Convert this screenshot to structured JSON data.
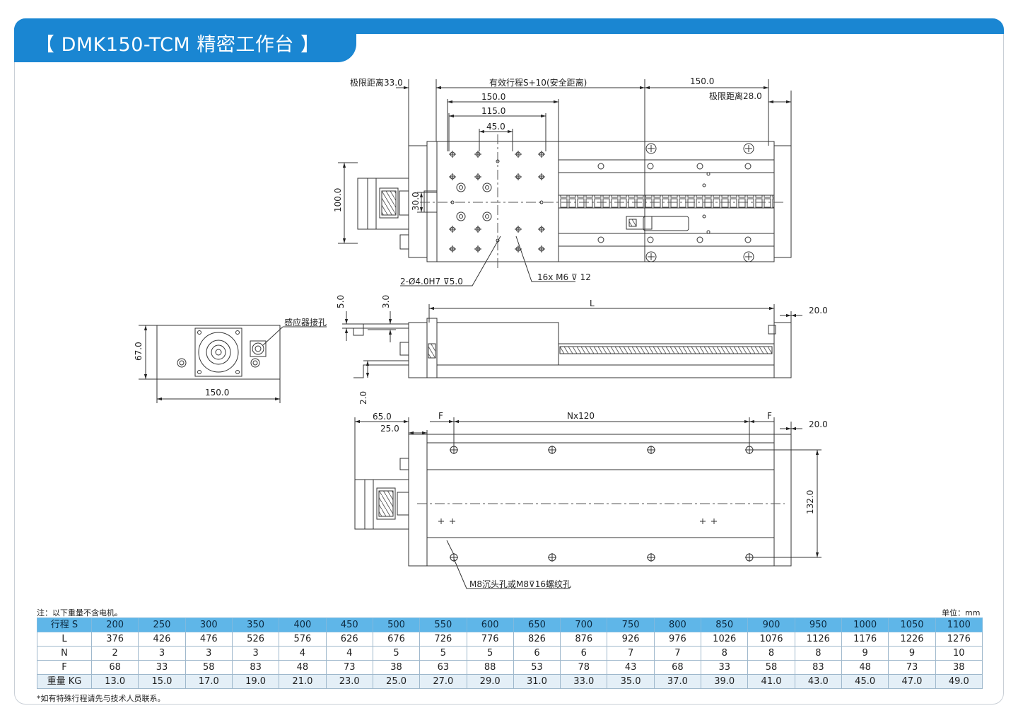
{
  "title": "【 DMK150-TCM 精密工作台 】",
  "dims": {
    "limit_left": "极限距离33.0",
    "stroke": "有效行程S+10(安全距离)",
    "d150_right": "150.0",
    "limit_right": "极限距离28.0",
    "d150_top": "150.0",
    "d115": "115.0",
    "d45": "45.0",
    "d100": "100.0",
    "d30": "30.0",
    "pin_holes": "2-Ø4.0H7 ⊽5.0",
    "m6_holes": "16x  M6 ⊽ 12",
    "d5": "5.0",
    "d3": "3.0",
    "L": "L",
    "d20_side": "20.0",
    "sensor": "感应器接孔",
    "d67": "67.0",
    "d150_end": "150.0",
    "d2": "2.0",
    "d65": "65.0",
    "d25": "25.0",
    "F_left": "F",
    "Nx120": "Nx120",
    "F_right": "F",
    "d20_bottom": "20.0",
    "d132": "132.0",
    "m8_holes": "M8沉头孔或M8⊽16螺纹孔"
  },
  "notes": {
    "weight_note": "注：以下重量不含电机。",
    "unit": "单位：mm",
    "footnote": "*如有特殊行程请先与技术人员联系。"
  },
  "table": {
    "rows": [
      {
        "label": "行程 S",
        "values": [
          "200",
          "250",
          "300",
          "350",
          "400",
          "450",
          "500",
          "550",
          "600",
          "650",
          "700",
          "750",
          "800",
          "850",
          "900",
          "950",
          "1000",
          "1050",
          "1100"
        ]
      },
      {
        "label": "L",
        "values": [
          "376",
          "426",
          "476",
          "526",
          "576",
          "626",
          "676",
          "726",
          "776",
          "826",
          "876",
          "926",
          "976",
          "1026",
          "1076",
          "1126",
          "1176",
          "1226",
          "1276"
        ]
      },
      {
        "label": "N",
        "values": [
          "2",
          "3",
          "3",
          "3",
          "4",
          "4",
          "5",
          "5",
          "5",
          "6",
          "6",
          "7",
          "7",
          "8",
          "8",
          "8",
          "9",
          "9",
          "10"
        ]
      },
      {
        "label": "F",
        "values": [
          "68",
          "33",
          "58",
          "83",
          "48",
          "73",
          "38",
          "63",
          "88",
          "53",
          "78",
          "43",
          "68",
          "33",
          "58",
          "83",
          "48",
          "73",
          "38"
        ]
      },
      {
        "label": "重量 KG",
        "values": [
          "13.0",
          "15.0",
          "17.0",
          "19.0",
          "21.0",
          "23.0",
          "25.0",
          "27.0",
          "29.0",
          "31.0",
          "33.0",
          "35.0",
          "37.0",
          "39.0",
          "41.0",
          "43.0",
          "45.0",
          "47.0",
          "49.0"
        ]
      }
    ]
  }
}
